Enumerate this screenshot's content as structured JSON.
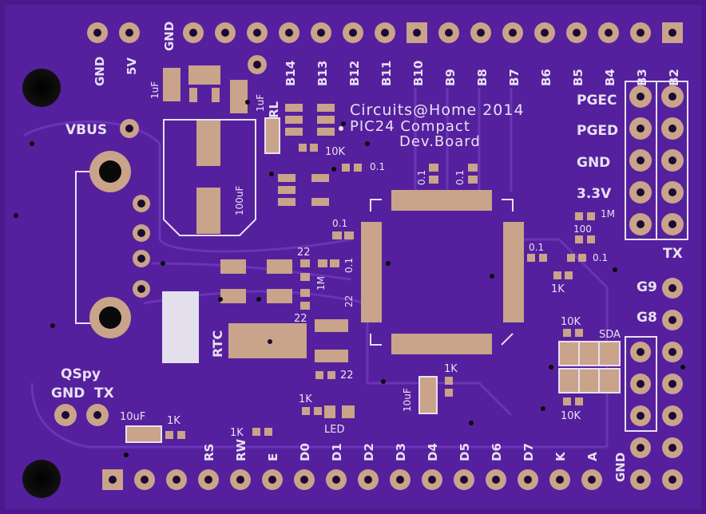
{
  "board": {
    "title_lines": [
      "Circuits@Home 2014",
      "PIC24 Compact",
      "Dev.Board"
    ],
    "colors": {
      "substrate": "#4a1a8c",
      "copper_pour": "#5b26a6",
      "silkscreen": "#e8e0f2",
      "pad": "#c9a38a",
      "trace": "#6a34b8",
      "hole": "#0a0a0a"
    }
  },
  "top_header": {
    "gnd_label": "GND",
    "pins": [
      "B14",
      "B13",
      "B12",
      "B11",
      "B10",
      "B9",
      "B8",
      "B7",
      "B6",
      "B5",
      "B4",
      "B3",
      "B2"
    ]
  },
  "left_labels": {
    "gnd": "GND",
    "v5": "5V",
    "vbus": "VBUS",
    "qspy": "QSpy",
    "qspy_gnd": "GND",
    "qspy_tx": "TX",
    "rtc": "RTC"
  },
  "icsp": {
    "labels": [
      "PGEC",
      "PGED",
      "GND",
      "3.3V"
    ],
    "tx": "TX"
  },
  "right_labels": {
    "g9": "G9",
    "g8": "G8",
    "sda": "SDA",
    "gnd": "GND"
  },
  "bottom_header": {
    "pins": [
      "RS",
      "RW",
      "E",
      "D0",
      "D1",
      "D2",
      "D3",
      "D4",
      "D5",
      "D6",
      "D7",
      "K",
      "A"
    ]
  },
  "components": {
    "c_1uf_a": "1uF",
    "c_1uf_b": "1uF",
    "rl": "RL",
    "c_100uf": "100uF",
    "r_10k_top": "10K",
    "c_0_1_a": "0.1",
    "c_0_1_b": "0.1",
    "c_0_1_c": "0.1",
    "c_0_1_d": "0.1",
    "c_0_1_e": "0.1",
    "c_0_1_f": "0.1",
    "c_0_1_g": "0.1",
    "r_1m_right": "1M",
    "r_100": "100",
    "r_1k_right": "1K",
    "c_22_a": "22",
    "c_22_b": "22",
    "c_22_c": "22",
    "c_22_d": "22",
    "r_1m_left": "1M",
    "r_10k_sda_top": "10K",
    "r_10k_sda_bot": "10K",
    "r_1k_mid": "1K",
    "c_10uf_mid": "10uF",
    "r_1k_led": "1K",
    "led": "LED",
    "c_10uf_bot": "10uF",
    "r_1k_bot": "1K",
    "r_1k_rw": "1K"
  }
}
